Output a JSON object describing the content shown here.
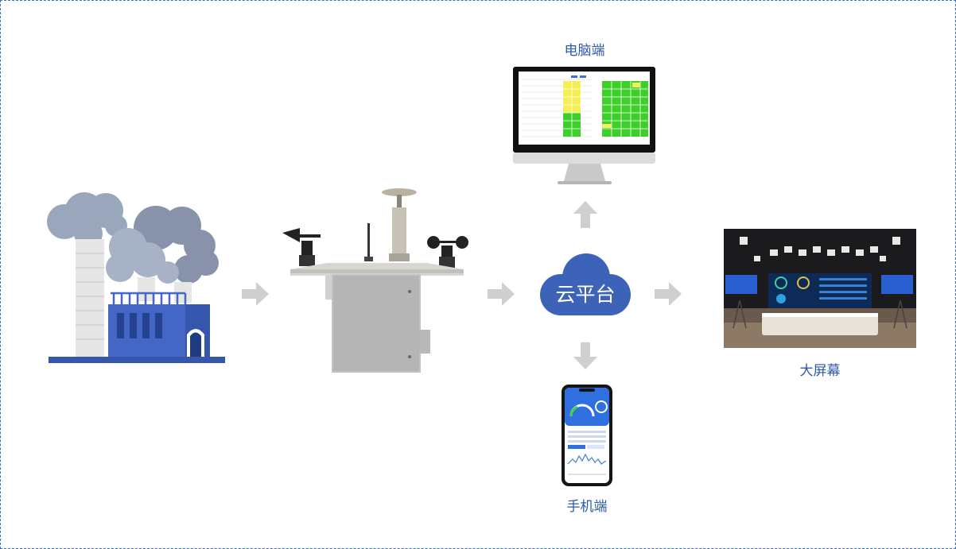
{
  "nodes": {
    "computer": {
      "label": "电脑端"
    },
    "cloud": {
      "label": "云平台"
    },
    "mobile": {
      "label": "手机端"
    },
    "big_screen": {
      "label": "大屏幕"
    }
  },
  "colors": {
    "label_blue": "#2d5aa8",
    "cloud_blue": "#3d63b8",
    "factory_blue": "#4466c4",
    "arrow_gray": "#cfcfcf",
    "smoke_gray": "#9aa6bc"
  },
  "icons": [
    "factory-icon",
    "monitoring-station-icon",
    "monitor-icon",
    "cloud-icon",
    "phone-icon",
    "big-screen-icon",
    "arrow-right-icon",
    "arrow-up-icon",
    "arrow-down-icon"
  ]
}
